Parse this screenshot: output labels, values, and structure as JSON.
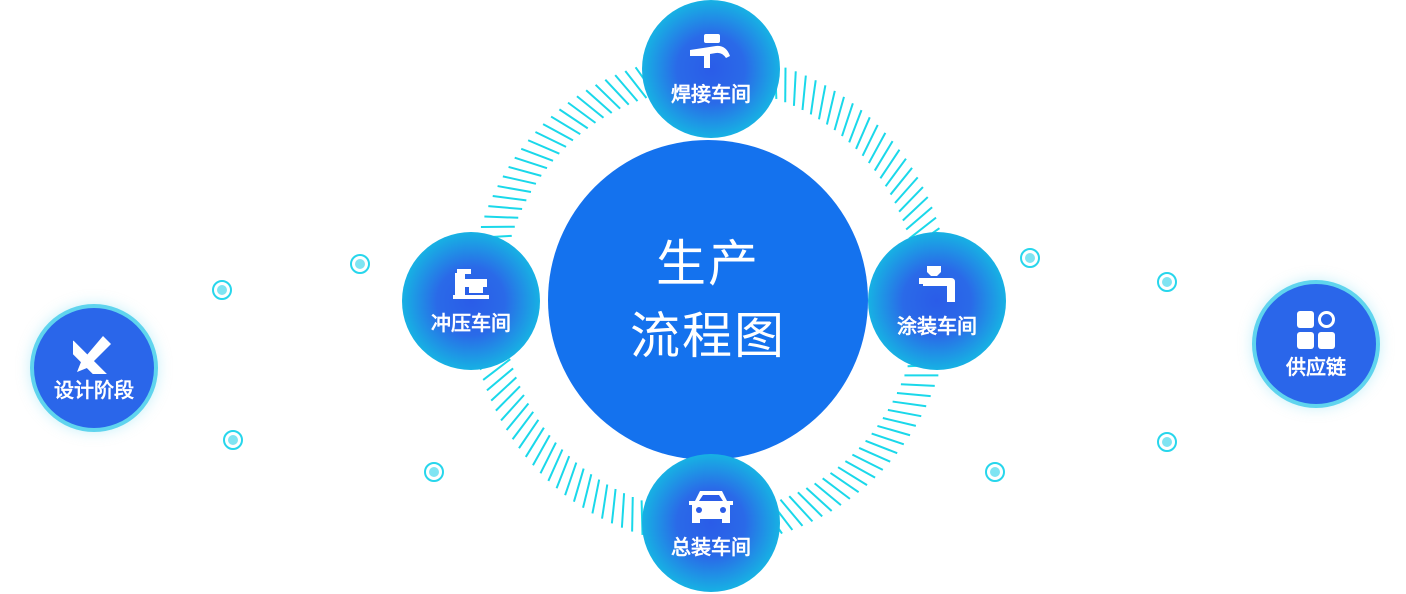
{
  "center": {
    "line1": "生产",
    "line2": "流程图"
  },
  "nodes": {
    "welding": {
      "label": "焊接车间",
      "icon": "spray-gun-icon"
    },
    "stamping": {
      "label": "冲压车间",
      "icon": "press-machine-icon"
    },
    "painting": {
      "label": "涂装车间",
      "icon": "paint-sprayer-icon"
    },
    "assembly": {
      "label": "总装车间",
      "icon": "car-icon"
    }
  },
  "side": {
    "design": {
      "label": "设计阶段",
      "icon": "pencil-ruler-icon"
    },
    "supply": {
      "label": "供应链",
      "icon": "apps-grid-icon"
    }
  },
  "colors": {
    "center": "#1472ee",
    "tick": "#1ad8ea",
    "node_edge": "#10d6e0",
    "node_core": "#2a5ce8"
  }
}
